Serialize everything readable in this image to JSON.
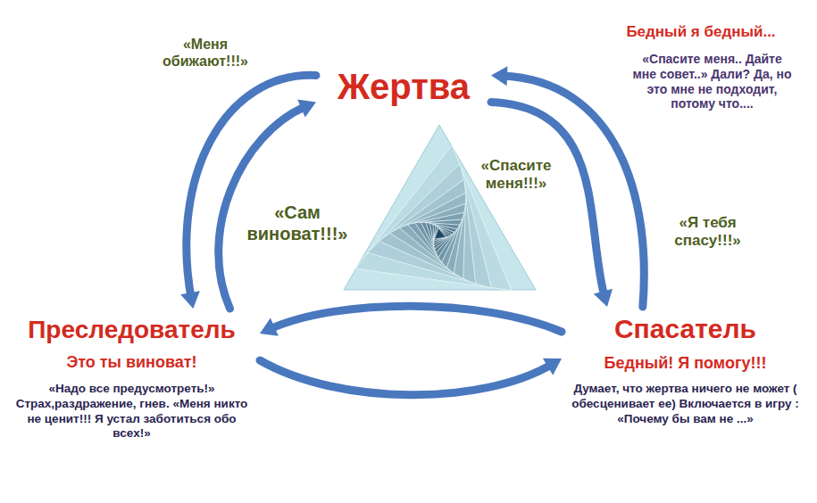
{
  "diagram": {
    "nodes": [
      {
        "text": [
          "Жертва"
        ]
      },
      {
        "text": [
          "Преследователь",
          "Это ты виноват!",
          "«Надо все предусмотреть!» Страх,раздражение, гнев. «Меня никто не ценит!!! Я устал заботиться обо всех!»"
        ]
      },
      {
        "text": [
          "Спасатель",
          "Бедный! Я помогу!!!",
          "Думает, что жертва ничего не может ( обесценивает ее) Включается в игру : «Почему бы вам не ...»"
        ]
      }
    ],
    "edges": [
      {
        "from": 0,
        "to": 1,
        "label": "«Меня обижают!!!»",
        "arrow": "to"
      },
      {
        "from": 1,
        "to": 0,
        "label": "«Сам виноват!!!»",
        "arrow": "to"
      },
      {
        "from": 0,
        "to": 2,
        "label": "«Спасите меня!!!»",
        "arrow": "to"
      },
      {
        "from": 2,
        "to": 0,
        "label": "«Я тебя спасу!!!»",
        "arrow": "to"
      },
      {
        "from": 2,
        "to": 1,
        "arrow": "to"
      },
      {
        "from": 1,
        "to": 2,
        "arrow": "to"
      }
    ],
    "labels": [
      "Бедный я бедный...",
      "«Спасите меня.. Дайте мне совет..» Дали? Да, но это мне не подходит, потому что...."
    ]
  }
}
